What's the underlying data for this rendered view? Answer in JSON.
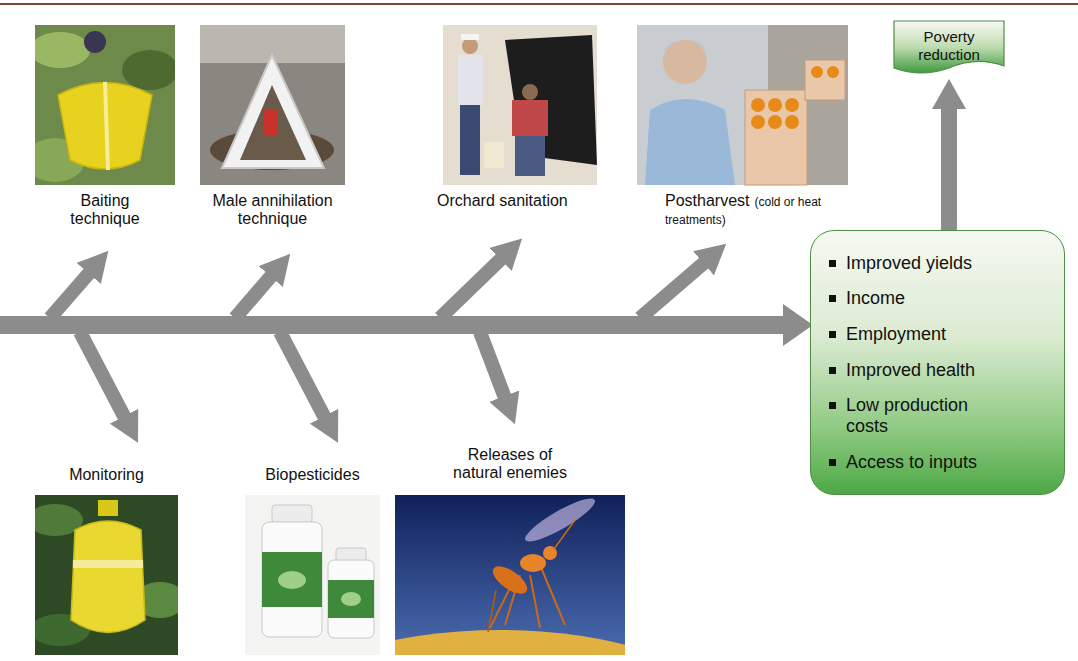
{
  "diagram": {
    "nodes": [
      {
        "text": [
          "Baiting technique"
        ]
      },
      {
        "text": [
          "Male annihilation technique"
        ]
      },
      {
        "text": [
          "Orchard sanitation"
        ]
      },
      {
        "text": [
          "Postharvest",
          "(cold or heat treatments)"
        ]
      },
      {
        "text": [
          "Poverty reduction"
        ]
      },
      {
        "text": [
          "Improved yields",
          "Income",
          "Employment",
          "Improved health",
          "Low production costs",
          "Access to inputs"
        ]
      },
      {
        "text": [
          "Monitoring"
        ]
      },
      {
        "text": [
          "Biopesticides"
        ]
      },
      {
        "text": [
          "Releases of natural enemies"
        ]
      }
    ],
    "edges": [
      {
        "from": 5,
        "to": 4,
        "arrow": "to"
      }
    ]
  }
}
